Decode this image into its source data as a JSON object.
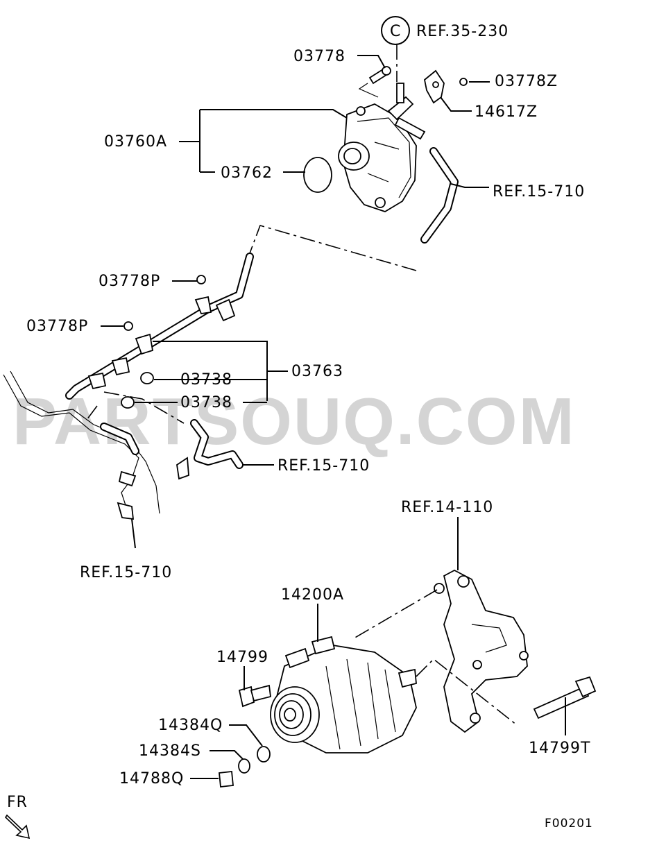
{
  "watermark": "PARTSOUQ.COM",
  "figure_code": "F00201",
  "front_indicator": "FR",
  "circle_ref_letter": "C",
  "labels": {
    "ref_35_230": "REF.35-230",
    "p03778": "03778",
    "p03778Z": "03778Z",
    "p14617Z": "14617Z",
    "p03760A": "03760A",
    "p03762": "03762",
    "ref_15_710_top": "REF.15-710",
    "p03778P_1": "03778P",
    "p03778P_2": "03778P",
    "p03763": "03763",
    "p03738_1": "03738",
    "p03738_2": "03738",
    "ref_15_710_mid": "REF.15-710",
    "ref_15_710_bottom": "REF.15-710",
    "ref_14_110": "REF.14-110",
    "p14200A": "14200A",
    "p14799": "14799",
    "p14384Q": "14384Q",
    "p14384S": "14384S",
    "p14788Q": "14788Q",
    "p14799T": "14799T"
  }
}
